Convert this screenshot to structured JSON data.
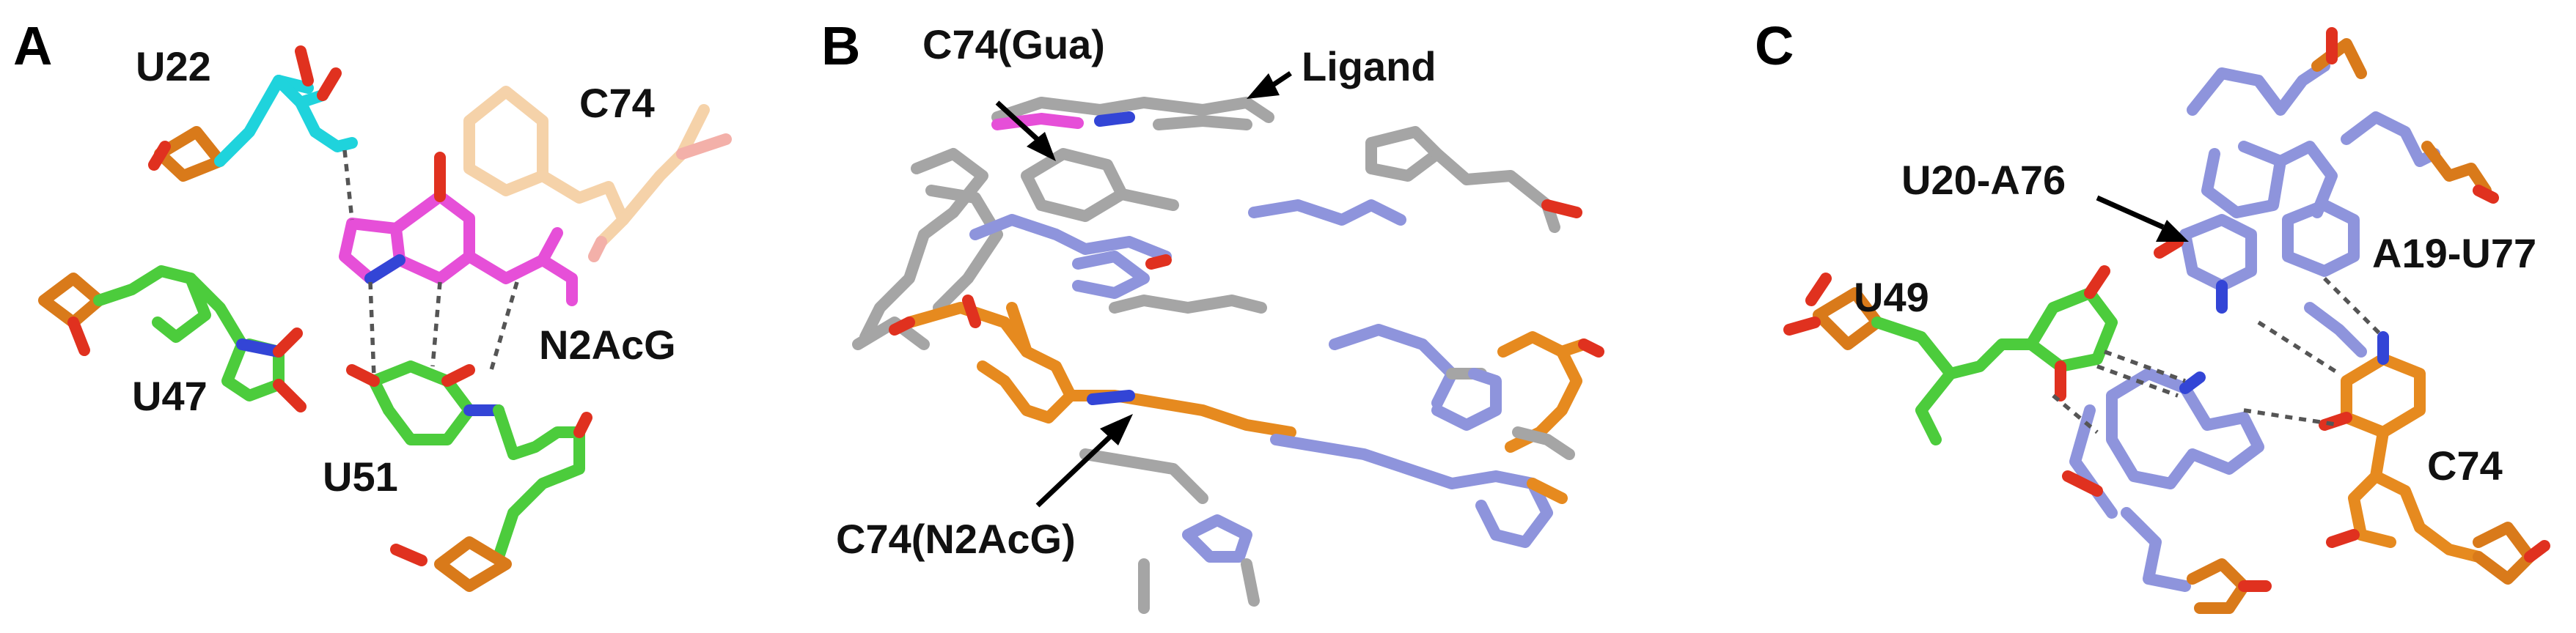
{
  "panels": [
    {
      "letter": "A",
      "labels": {
        "u22": "U22",
        "c74": "C74",
        "u47": "U47",
        "u51": "U51",
        "n2acg": "N2AcG"
      }
    },
    {
      "letter": "B",
      "labels": {
        "c74_gua": "C74(Gua)",
        "ligand": "Ligand",
        "c74_n2acg": "C74(N2AcG)"
      }
    },
    {
      "letter": "C",
      "labels": {
        "u20_a76": "U20-A76",
        "u49": "U49",
        "a19_u77": "A19-U77",
        "c74": "C74"
      }
    }
  ],
  "colors": {
    "cyan": "#1fd3dc",
    "magenta": "#e64fd8",
    "green": "#4ccc3c",
    "orange": "#e68a1f",
    "blue": "#8e94dc",
    "gray": "#a5a5a5",
    "red": "#e0311f",
    "nitrogen": "#3345d6",
    "phosphorus": "#d97a1a",
    "hbond": "#555555"
  }
}
